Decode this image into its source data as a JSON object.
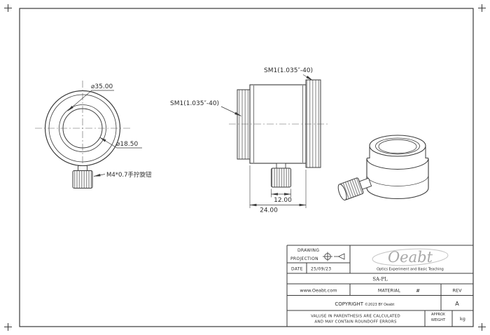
{
  "palette": {
    "line": "#3a3a3a",
    "hatch": "#8f8f8f",
    "logo_gray": "#a8a8a8"
  },
  "drawing": {
    "front_view": {
      "dim_outer_diameter": "⌀35.00",
      "dim_inner_diameter": "⌀18.50",
      "thumbscrew_label": "M4*0.7手拧旋钮"
    },
    "side_view": {
      "thread_label_left": "SM1(1.035″-40)",
      "thread_label_right": "SM1(1.035″-40)",
      "dim_screw_width": "12.00",
      "dim_total_width": "24.00"
    }
  },
  "title_block": {
    "drawing_label": "DRAWING",
    "projection_label": "PROJECTION",
    "date_label": "DATE",
    "date_value": "25/09/23",
    "logo": "Oeabt",
    "logo_subtitle": "Optics Experiment and Basic Teaching",
    "part_number": "SA-PL",
    "website": "www.Oeabt.com",
    "material_label": "MATERIAL",
    "material_value": "#",
    "rev_label": "REV",
    "rev_value": "A",
    "copyright_label": "COPYRIGHT",
    "copyright_rest": "©2023 BY Oeabt",
    "disclaimer_line1": "VALUSE IN PARENTHESIS ARE CALCULATED",
    "disclaimer_line2": "AND MAY CONTAIN ROUNDOFF ERRORS",
    "weight_label_line1": "APPROX",
    "weight_label_line2": "WEIGHT",
    "weight_unit": "kg"
  }
}
